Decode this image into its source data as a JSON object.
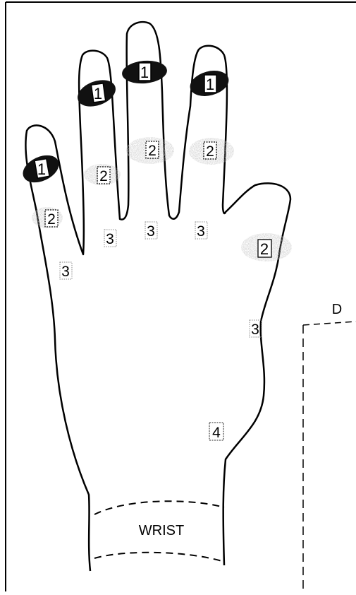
{
  "labels": {
    "zone_1": "1",
    "zone_2": "2",
    "zone_3": "3",
    "zone_4": "4",
    "wrist": "WRIST",
    "panel_letter": "D"
  },
  "colors": {
    "outline": "#000000",
    "zone_1_fill": "#111111",
    "zone_2_fill": "#b5b5b5",
    "background": "#ffffff"
  }
}
